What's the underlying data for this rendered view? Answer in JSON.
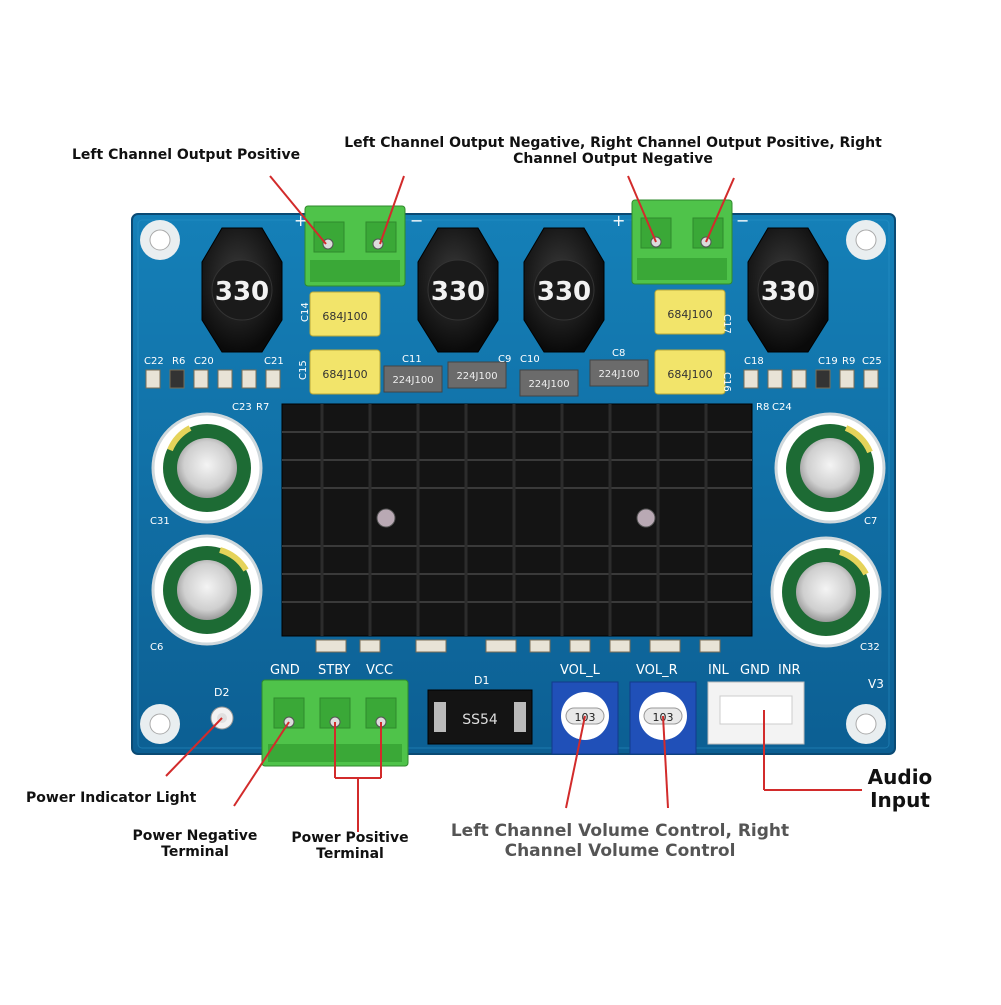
{
  "labels": {
    "left_out_pos": "Left Channel Output Positive",
    "multi_out_line1": "Left Channel Output Negative, Right Channel Output Positive, Right",
    "multi_out_line2": "Channel Output Negative",
    "power_light": "Power Indicator Light",
    "power_neg_1": "Power Negative",
    "power_neg_2": "Terminal",
    "power_pos_1": "Power Positive",
    "power_pos_2": "Terminal",
    "volume_1": "Left Channel Volume Control, Right",
    "volume_2": "Channel Volume Control",
    "audio_1": "Audio",
    "audio_2": "Input"
  },
  "board": {
    "version": "V3",
    "inductor_value": "330",
    "film_cap_value": "684J100",
    "small_cap_value": "224J100",
    "rectifier_text": "SS54",
    "diode_ref": "D1",
    "led_ref": "D2",
    "pot_value": "103",
    "plus": "+",
    "minus": "−",
    "power_pins": [
      "GND",
      "STBY",
      "VCC"
    ],
    "vol_labels": [
      "VOL_L",
      "VOL_R"
    ],
    "input_pins": [
      "INL",
      "GND",
      "INR"
    ],
    "refs": {
      "c22": "C22",
      "r6": "R6",
      "c20": "C20",
      "c21": "C21",
      "c23": "C23",
      "r7": "R7",
      "c14": "C14",
      "c15": "C15",
      "c11": "C11",
      "c9": "C9",
      "c10": "C10",
      "c8": "C8",
      "c17": "C17",
      "c16": "C16",
      "c18": "C18",
      "c19": "C19",
      "r9": "R9",
      "c25": "C25",
      "r8": "R8",
      "c24": "C24",
      "c31": "C31",
      "c6": "C6",
      "c7": "C7",
      "c32": "C32"
    }
  },
  "colors": {
    "pcb": "#0f6fa6",
    "terminal": "#4fc34a",
    "heatsink": "#141414",
    "arrow": "#d22b2b",
    "cap_sleeve": "#1d6b34"
  }
}
